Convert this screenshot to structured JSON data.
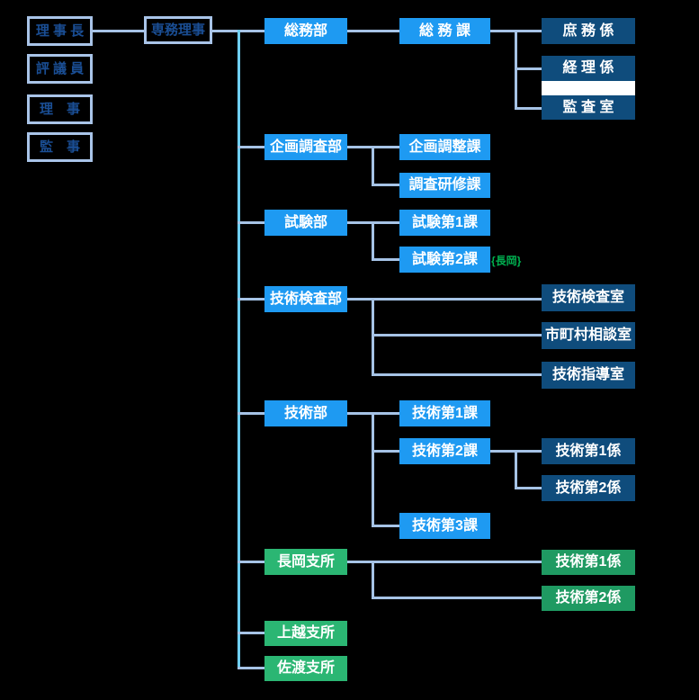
{
  "palette": {
    "background": "#000000",
    "box_blue": "#1E9AF2",
    "box_navy": "#0F4C7C",
    "box_green": "#2BB673",
    "box_green_dark": "#1F9A62",
    "border_light_blue": "#A9C4E8",
    "text_dark_blue": "#1A4E94",
    "connector": "#A6C3E6",
    "trunk": "#6FCFF2",
    "annotation_green": "#00B050",
    "white_bar": "#FFFFFF"
  },
  "nodes": {
    "president": "理 事 長",
    "councilors": "評 議 員",
    "directors": "理　事",
    "auditors": "監　事",
    "executive_director": "専務理事",
    "general_affairs_dept": "総務部",
    "general_affairs_section": "総 務 課",
    "general_affairs_subsection": "庶 務 係",
    "accounting_subsection": "経 理 係",
    "audit_office": "監 査 室",
    "planning_research_dept": "企画調査部",
    "planning_coordination_section": "企画調整課",
    "research_training_section": "調査研修課",
    "testing_dept": "試験部",
    "testing_section_1": "試験第1課",
    "testing_section_2": "試験第2課",
    "testing_section_2_note": "{長岡}",
    "tech_inspection_dept": "技術検査部",
    "tech_inspection_office": "技術検査室",
    "municipal_consultation_office": "市町村相談室",
    "tech_guidance_office": "技術指導室",
    "technical_dept": "技術部",
    "technical_section_1": "技術第1課",
    "technical_section_2": "技術第2課",
    "technical_section_3": "技術第3課",
    "technical_subsection_1": "技術第1係",
    "technical_subsection_2": "技術第2係",
    "nagaoka_branch": "長岡支所",
    "nagaoka_technical_subsection_1": "技術第1係",
    "nagaoka_technical_subsection_2": "技術第2係",
    "joetsu_branch": "上越支所",
    "sado_branch": "佐渡支所"
  }
}
